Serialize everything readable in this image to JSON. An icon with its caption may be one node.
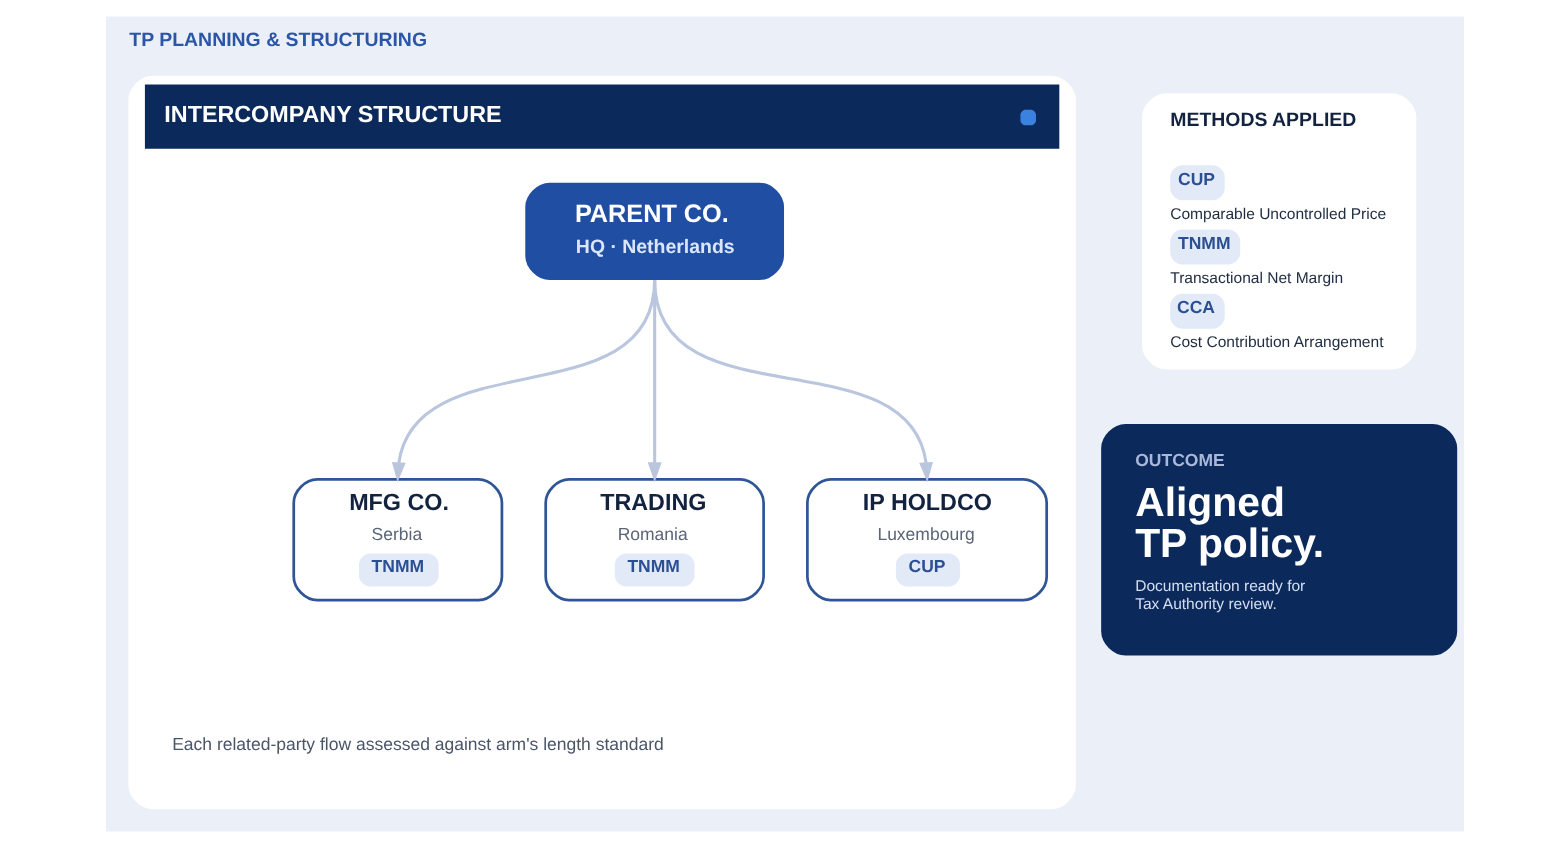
{
  "diagram": {
    "title": "TP PLANNING & STRUCTURING",
    "nodes": [
      {
        "text": [
          "INTERCOMPANY STRUCTURE"
        ]
      },
      {
        "text": [
          "PARENT CO.",
          "HQ · Netherlands"
        ],
        "in": 0
      },
      {
        "text": [
          "MFG CO.",
          "Serbia",
          "TNMM"
        ],
        "in": 0
      },
      {
        "text": [
          "TRADING",
          "Romania",
          "TNMM"
        ],
        "in": 0
      },
      {
        "text": [
          "IP HOLDCO",
          "Luxembourg",
          "CUP"
        ],
        "in": 0
      },
      {
        "text": [
          "METHODS APPLIED",
          "CUP",
          "Comparable Uncontrolled Price",
          "TNMM",
          "Transactional Net Margin",
          "CCA",
          "Cost Contribution Arrangement"
        ]
      },
      {
        "text": [
          "OUTCOME",
          "Aligned TP policy.",
          "Documentation ready for Tax Authority review."
        ]
      }
    ],
    "edges": [
      {
        "from": 1,
        "to": 2,
        "arrow": "to"
      },
      {
        "from": 1,
        "to": 3,
        "arrow": "to"
      },
      {
        "from": 1,
        "to": 4,
        "arrow": "to"
      }
    ],
    "labels": [
      "Each related-party flow assessed against arm's length standard"
    ]
  }
}
